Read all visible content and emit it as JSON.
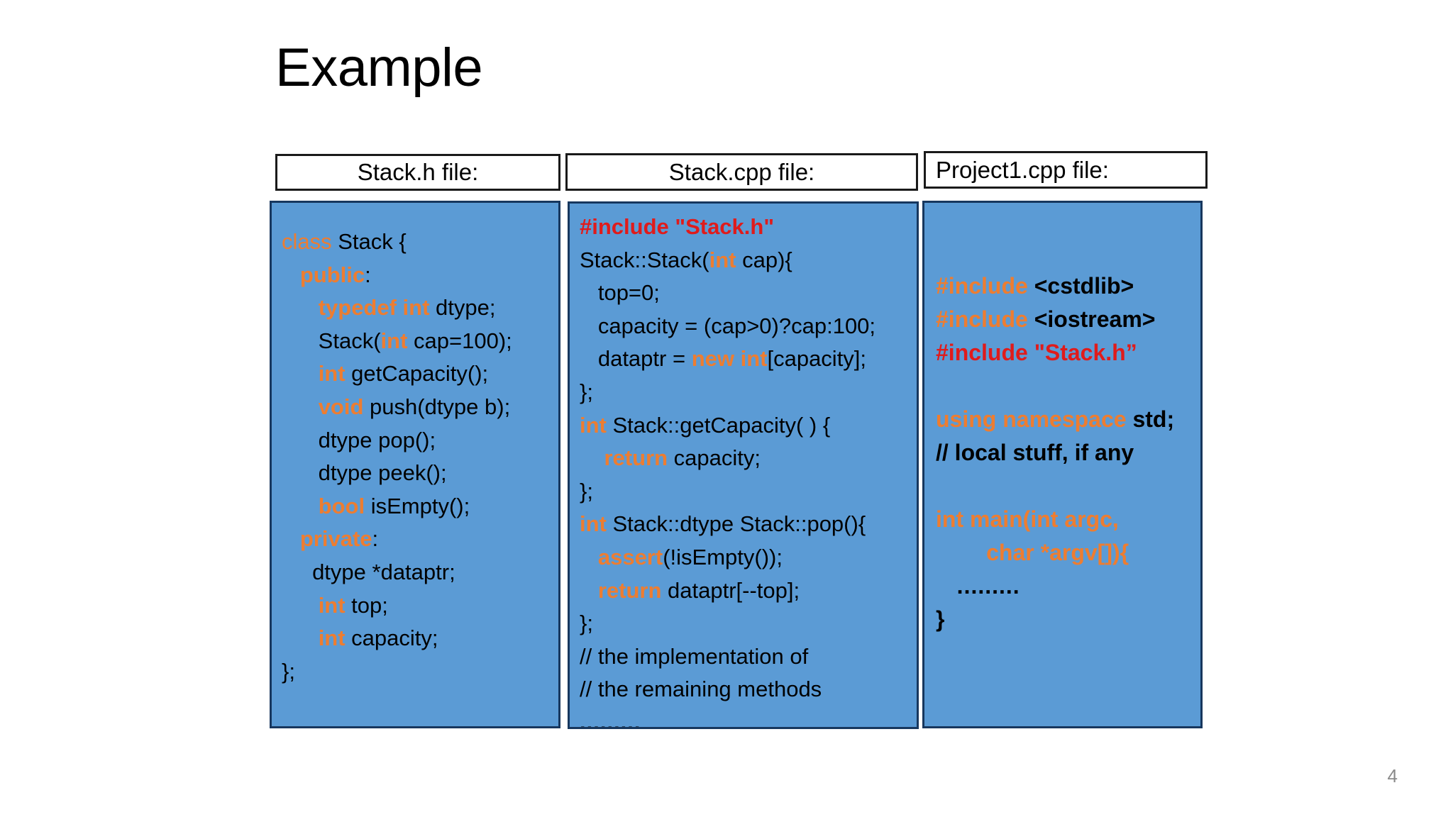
{
  "slide": {
    "title": "Example",
    "page_number": "4",
    "colors": {
      "code_panel_fill": "#5B9BD5",
      "code_panel_border": "#17375E",
      "keyword": "#ED7D31",
      "include_highlight": "#E01B1B",
      "text": "#000000",
      "page_number": "#8a8a8a",
      "background": "#FFFFFF"
    }
  },
  "columns": [
    {
      "id": "stack-h",
      "header": "Stack.h file:",
      "header_align": "center",
      "lines": [
        [
          {
            "t": "class",
            "c": "kw"
          },
          {
            "t": " Stack {",
            "c": "blk"
          }
        ],
        [
          {
            "t": "   ",
            "c": "blk"
          },
          {
            "t": "public",
            "c": "kwb"
          },
          {
            "t": ":",
            "c": "blk"
          }
        ],
        [
          {
            "t": "      ",
            "c": "blk"
          },
          {
            "t": "typedef int",
            "c": "kwb"
          },
          {
            "t": " dtype;",
            "c": "blk"
          }
        ],
        [
          {
            "t": "      Stack(",
            "c": "blk"
          },
          {
            "t": "int",
            "c": "kwb"
          },
          {
            "t": " cap=100);",
            "c": "blk"
          }
        ],
        [
          {
            "t": "      ",
            "c": "blk"
          },
          {
            "t": "int",
            "c": "kwb"
          },
          {
            "t": " getCapacity();",
            "c": "blk"
          }
        ],
        [
          {
            "t": "      ",
            "c": "blk"
          },
          {
            "t": "void",
            "c": "kwb"
          },
          {
            "t": " push(dtype b);",
            "c": "blk"
          }
        ],
        [
          {
            "t": "      dtype pop();",
            "c": "blk"
          }
        ],
        [
          {
            "t": "      dtype peek();",
            "c": "blk"
          }
        ],
        [
          {
            "t": "      ",
            "c": "blk"
          },
          {
            "t": "bool",
            "c": "kwb"
          },
          {
            "t": " isEmpty();",
            "c": "blk"
          }
        ],
        [
          {
            "t": "   ",
            "c": "blk"
          },
          {
            "t": "private",
            "c": "kwb"
          },
          {
            "t": ":",
            "c": "blk"
          }
        ],
        [
          {
            "t": "     dtype *dataptr;",
            "c": "blk"
          }
        ],
        [
          {
            "t": "      ",
            "c": "blk"
          },
          {
            "t": "int",
            "c": "kwb"
          },
          {
            "t": " top;",
            "c": "blk"
          }
        ],
        [
          {
            "t": "      ",
            "c": "blk"
          },
          {
            "t": "int",
            "c": "kwb"
          },
          {
            "t": " capacity;",
            "c": "blk"
          }
        ],
        [
          {
            "t": "};",
            "c": "blk"
          }
        ]
      ]
    },
    {
      "id": "stack-cpp",
      "header": "Stack.cpp file:",
      "header_align": "center",
      "lines": [
        [
          {
            "t": "#include \"Stack.h\"",
            "c": "red"
          }
        ],
        [
          {
            "t": "Stack::Stack(",
            "c": "blk"
          },
          {
            "t": "int",
            "c": "kwb"
          },
          {
            "t": " cap){",
            "c": "blk"
          }
        ],
        [
          {
            "t": "   top=0;",
            "c": "blk"
          }
        ],
        [
          {
            "t": "   capacity = (cap>0)?cap:100;",
            "c": "blk"
          }
        ],
        [
          {
            "t": "   dataptr = ",
            "c": "blk"
          },
          {
            "t": "new int",
            "c": "kwb"
          },
          {
            "t": "[capacity];",
            "c": "blk"
          }
        ],
        [
          {
            "t": "};",
            "c": "blk"
          }
        ],
        [
          {
            "t": "int",
            "c": "kwb"
          },
          {
            "t": " Stack::getCapacity( ) {",
            "c": "blk"
          }
        ],
        [
          {
            "t": "    ",
            "c": "blk"
          },
          {
            "t": "return",
            "c": "kwb"
          },
          {
            "t": " capacity;",
            "c": "blk"
          }
        ],
        [
          {
            "t": "};",
            "c": "blk"
          }
        ],
        [
          {
            "t": "int",
            "c": "kwb"
          },
          {
            "t": " Stack::dtype Stack::pop(){",
            "c": "blk"
          }
        ],
        [
          {
            "t": "   ",
            "c": "blk"
          },
          {
            "t": "assert",
            "c": "kwb"
          },
          {
            "t": "(!isEmpty());",
            "c": "blk"
          }
        ],
        [
          {
            "t": "   ",
            "c": "blk"
          },
          {
            "t": "return",
            "c": "kwb"
          },
          {
            "t": " dataptr[--top];",
            "c": "blk"
          }
        ],
        [
          {
            "t": "};",
            "c": "blk"
          }
        ],
        [
          {
            "t": "// the implementation of",
            "c": "blk"
          }
        ],
        [
          {
            "t": "// the remaining methods",
            "c": "blk"
          }
        ],
        [
          {
            "t": ".........",
            "c": "dots"
          }
        ]
      ]
    },
    {
      "id": "project1-cpp",
      "header": "Project1.cpp file:",
      "header_align": "left",
      "lines": [
        [
          {
            "t": "#include",
            "c": "kwb"
          },
          {
            "t": " <cstdlib>",
            "c": "blkb"
          }
        ],
        [
          {
            "t": "#include",
            "c": "kwb"
          },
          {
            "t": " <iostream>",
            "c": "blkb"
          }
        ],
        [
          {
            "t": "#include \"Stack.h”",
            "c": "red"
          }
        ],
        [
          {
            "t": " ",
            "c": "blk"
          }
        ],
        [
          {
            "t": "using namespace",
            "c": "kwb"
          },
          {
            "t": " std;",
            "c": "blkb"
          }
        ],
        [
          {
            "t": "// local stuff, if any",
            "c": "blkb"
          }
        ],
        [
          {
            "t": " ",
            "c": "blk"
          }
        ],
        [
          {
            "t": "int main(int argc,",
            "c": "kwb"
          }
        ],
        [
          {
            "t": "        char *argv[]){",
            "c": "kwb"
          }
        ],
        [
          {
            "t": "   .........",
            "c": "dots"
          }
        ],
        [
          {
            "t": "}",
            "c": "blkb"
          }
        ]
      ]
    }
  ]
}
